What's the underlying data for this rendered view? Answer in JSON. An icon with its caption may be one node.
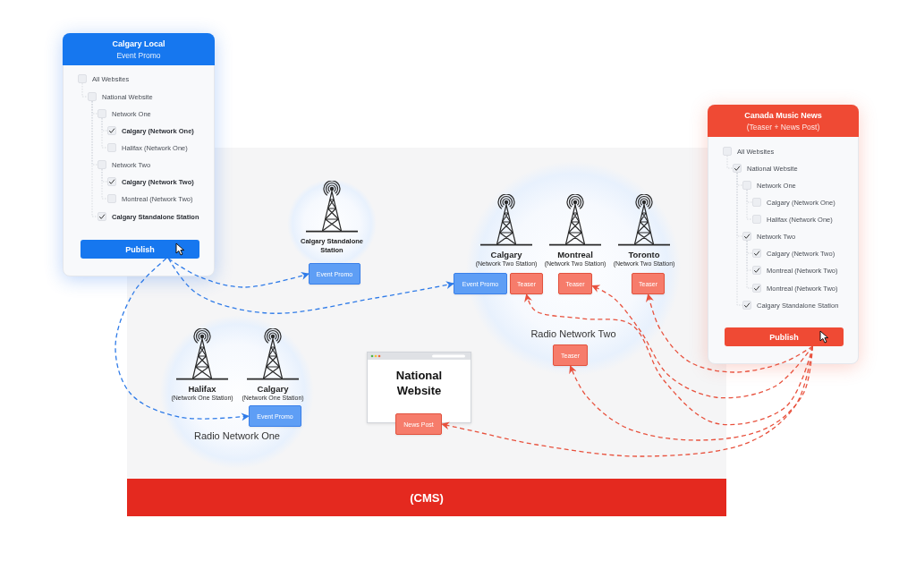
{
  "diagram": {
    "nodes": [
      {
        "text": [
          "Calgary Local",
          "Event Promo",
          "All Websites",
          "National Website",
          "Network One",
          "Calgary (Network One)",
          "Halifax (Network One)",
          "Network Two",
          "Calgary (Network Two)",
          "Montreal (Network Two)",
          "Calgary Standalone Station"
        ]
      },
      {
        "text": [
          "Publish"
        ],
        "in": 0
      },
      {
        "text": [
          "Canada Music News",
          "(Teaser + News Post)",
          "All Websites",
          "National Website",
          "Network One",
          "Calgary (Network One)",
          "Halifax (Network One)",
          "Network Two",
          "Calgary (Network Two)",
          "Montreal (Network Two)",
          "Montreal (Network Two)",
          "Calgary Standalone Station"
        ]
      },
      {
        "text": [
          "Publish"
        ],
        "in": 2
      },
      {
        "text": [
          "Calgary Standalone Station"
        ]
      },
      {
        "text": [
          "Event Promo"
        ]
      },
      {
        "text": [
          "Radio Network Two"
        ]
      },
      {
        "text": [
          "Calgary",
          "(Network Two Station)"
        ],
        "in": 6
      },
      {
        "text": [
          "Montreal",
          "(Network Two Station)"
        ],
        "in": 6
      },
      {
        "text": [
          "Toronto",
          "(Network Two Station)"
        ],
        "in": 6
      },
      {
        "text": [
          "Event Promo"
        ]
      },
      {
        "text": [
          "Teaser"
        ],
        "in": 6
      },
      {
        "text": [
          "Teaser"
        ],
        "in": 6
      },
      {
        "text": [
          "Teaser"
        ],
        "in": 6
      },
      {
        "text": [
          "Teaser"
        ],
        "in": 6
      },
      {
        "text": [
          "Radio Network One"
        ]
      },
      {
        "text": [
          "Halifax",
          "(Network One Station)"
        ],
        "in": 15
      },
      {
        "text": [
          "Calgary",
          "(Network One Station)"
        ],
        "in": 15
      },
      {
        "text": [
          "Event Promo"
        ],
        "in": 15
      },
      {
        "text": [
          "National Website"
        ]
      },
      {
        "text": [
          "News Post"
        ]
      },
      {
        "text": [
          "(CMS)"
        ]
      }
    ],
    "edges": [
      {
        "from": 1,
        "to": 5,
        "arrow": "to",
        "style": "dashed",
        "color": "#2f7be8"
      },
      {
        "from": 1,
        "to": 10,
        "arrow": "to",
        "style": "dashed",
        "color": "#2f7be8"
      },
      {
        "from": 1,
        "to": 18,
        "arrow": "to",
        "style": "dashed",
        "color": "#2f7be8"
      },
      {
        "from": 3,
        "to": 11,
        "arrow": "to",
        "style": "dashed"
      },
      {
        "from": 3,
        "to": 12,
        "arrow": "to",
        "style": "dashed"
      },
      {
        "from": 3,
        "to": 13,
        "arrow": "to",
        "style": "dashed"
      },
      {
        "from": 3,
        "to": 14,
        "arrow": "to",
        "style": "dashed"
      },
      {
        "from": 3,
        "to": 20,
        "arrow": "to",
        "style": "dashed"
      }
    ]
  }
}
